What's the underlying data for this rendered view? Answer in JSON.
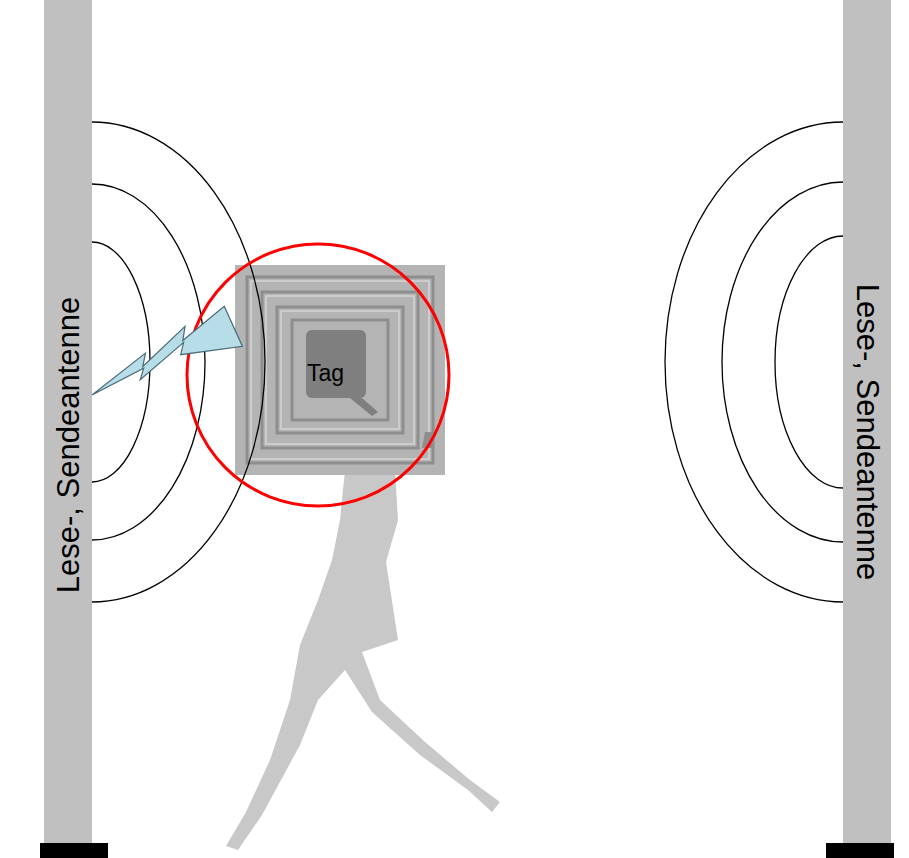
{
  "diagram": {
    "nodes": [
      {
        "text": [
          "Lese-, Sendeantenne"
        ]
      },
      {
        "text": [
          "Tag"
        ]
      },
      {
        "text": [
          "Lese-, Sendeantenne"
        ]
      }
    ],
    "edges": [
      {
        "from": 0,
        "to": 1,
        "arrow": "none"
      }
    ]
  }
}
